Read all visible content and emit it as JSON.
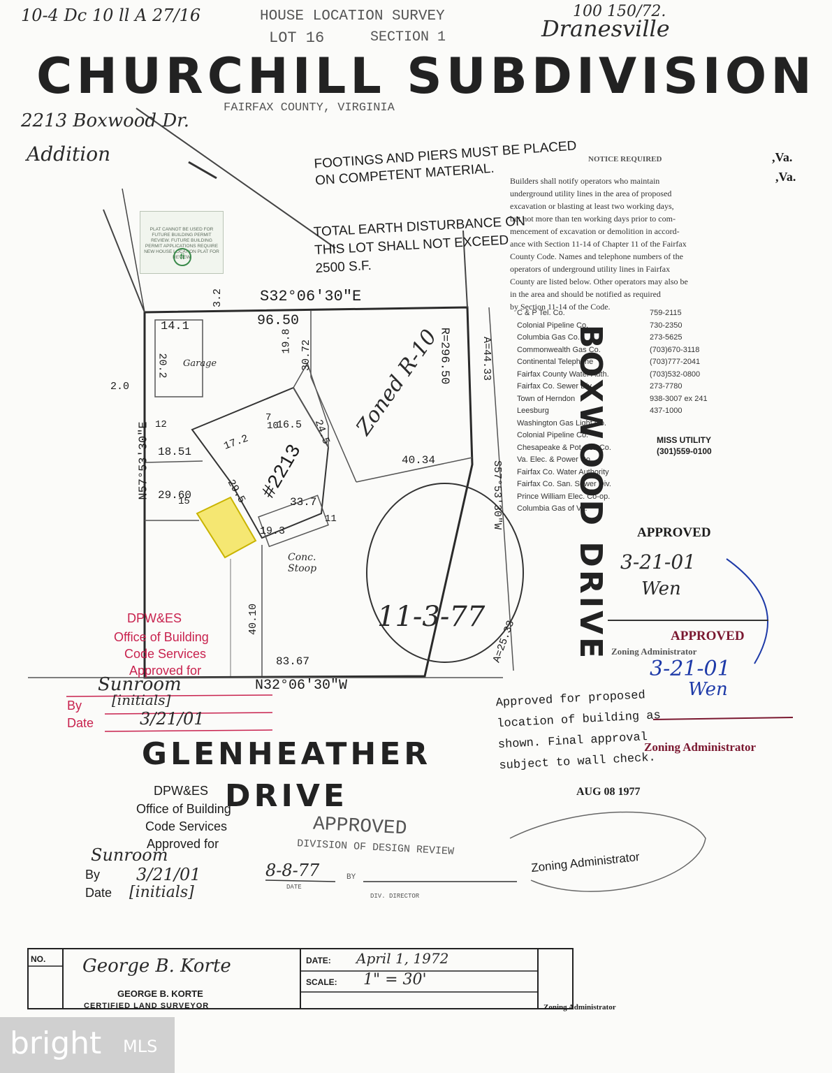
{
  "header": {
    "notation": "10-4 Dc 10 ll A 27/16",
    "survey_type": "HOUSE LOCATION SURVEY",
    "lot": "LOT 16",
    "section": "SECTION 1",
    "ref_number": "100 150/72.",
    "district": "Dranesville",
    "title": "CHURCHILL SUBDIVISION",
    "county": "FAIRFAX COUNTY, VIRGINIA",
    "address": "2213 Boxwood Dr.",
    "addition": "Addition"
  },
  "notices": {
    "footings": "FOOTINGS AND PIERS MUST BE PLACED ON COMPETENT MATERIAL.",
    "notice_heading": "NOTICE REQUIRED",
    "earth": "TOTAL EARTH DISTURBANCE ON THIS LOT SHALL NOT EXCEED 2500 S.F.",
    "va_1": ",Va.",
    "va_2": ",Va.",
    "notice_lines": [
      "Builders shall notify operators who maintain",
      "underground utility lines in the area of proposed",
      "excavation or blasting at least two working days,",
      "but not more than ten working days prior to com-",
      "mencement of excavation or demolition in accord-",
      "ance with Section 11-14 of Chapter 11 of the Fairfax",
      "County Code. Names and telephone numbers of the",
      "operators of underground utility lines in Fairfax",
      "County are listed below. Other operators may also be",
      "in the area and should be notified as required",
      "by Section 11-14 of the Code."
    ],
    "utilities": [
      {
        "name": "C & P Tel. Co.",
        "phone": "759-2115"
      },
      {
        "name": "Colonial Pipeline Co.",
        "phone": "730-2350"
      },
      {
        "name": "Columbia Gas Co.",
        "phone": "273-5625"
      },
      {
        "name": "Commonwealth Gas Co.",
        "phone": "(703)670-3118"
      },
      {
        "name": "Continental Telephone",
        "phone": "(703)777-2041"
      },
      {
        "name": "Fairfax County Water Auth.",
        "phone": "(703)532-0800"
      },
      {
        "name": "Fairfax Co. Sewer Div.",
        "phone": "273-7780"
      },
      {
        "name": "Town of Herndon",
        "phone": "938-3007 ex 241"
      },
      {
        "name": "Leesburg",
        "phone": "437-1000"
      },
      {
        "name": "Washington Gas Light Co."
      },
      {
        "name": "Colonial Pipeline Co."
      },
      {
        "name": "Chesapeake & Pot. Tel. Co."
      },
      {
        "name": "Va. Elec. & Power Co."
      },
      {
        "name": "Fairfax Co. Water Authority"
      },
      {
        "name": "Fairfax Co. San. Sewer Div."
      },
      {
        "name": "Prince William Elec. Co-op."
      },
      {
        "name": "Columbia Gas of Va."
      }
    ],
    "miss_utility": "MISS UTILITY (301)559-0100"
  },
  "plat": {
    "bearing_top": "S32°06'30\"E",
    "bearing_bottom": "N32°06'30\"W",
    "bearing_left": "N57°53'30\"E",
    "dist_top": "96.50",
    "dist_bottom": "83.67",
    "dist_3_2": "3.2",
    "dist_14_1": "14.1",
    "dist_20_2": "20.2",
    "dist_2_0": "2.0",
    "dist_12": "12",
    "dist_18_51": "18.51",
    "dist_19_8": "19.8",
    "dist_30_72": "30.72",
    "dist_17_2": "17.2",
    "dist_16_5": "16.5",
    "dist_24_5": "24.5",
    "dist_29_5": "29.5",
    "dist_33_7": "33.7",
    "dist_19_3": "19.3",
    "dist_40_34": "40.34",
    "dist_40_10": "40.10",
    "dist_15": "15",
    "dist_29_60": "29.60",
    "dist_7": "7",
    "dist_10": "10",
    "dist_11": "11",
    "radius": "R=296.50",
    "arc": "A=25.33",
    "arc_length": "A=44.33",
    "bearing_right": "S57°53'30\"W",
    "garage": "Garage",
    "house": "#2213",
    "stoop": "Conc. Stoop",
    "zoned": "Zoned R-10",
    "street_right": "BOXWOOD DRIVE",
    "street_bottom": "GLENHEATHER DRIVE"
  },
  "stamps": {
    "review_box": "PLAT CANNOT BE USED FOR FUTURE BUILDING PERMIT REVIEW. FUTURE BUILDING PERMIT APPLICATIONS REQUIRE NEW HOUSE LOCATION PLAT FOR REVIEW",
    "circle_date": "11-3-77",
    "approved_1": "APPROVED",
    "approved_1_date": "3-21-01",
    "approved_1_initials": "Wen",
    "zoning_faint": "Zoning Administrator",
    "approved_2": "APPROVED",
    "approved_2_date": "3-21-01",
    "approved_2_initials": "Wen",
    "red_stamp": {
      "line1": "DPW&ES",
      "line2": "Office of Building",
      "line3": "Code Services",
      "line4": "Approved for",
      "for_value": "Sunroom",
      "by_label": "By",
      "by_value": "[initials]",
      "date_label": "Date",
      "date_value": "3/21/01"
    },
    "black_stamp": {
      "line1": "DPW&ES",
      "line2": "Office of Building",
      "line3": "Code Services",
      "line4": "Approved for",
      "for_value": "Sunroom",
      "by_label": "By",
      "by_value": "3/21/01",
      "date_label": "Date",
      "date_value": "[initials]"
    },
    "approved_proposed": "Approved for proposed location of building as shown. Final approval subject to wall check.",
    "zoning_admin": "Zoning Administrator",
    "aug_date": "AUG 08 1977",
    "approved_ddr": "APPROVED",
    "ddr": "DIVISION OF DESIGN REVIEW",
    "ddr_date": "8-8-77",
    "ddr_by": "BY",
    "ddr_date_label": "DATE",
    "ddr_div": "DIV. DIRECTOR",
    "zoning_admin_2": "Zoning Administrator"
  },
  "title_block": {
    "no_label": "NO.",
    "signature": "George B. Korte",
    "surveyor": "GEORGE B. KORTE",
    "surveyor_title": "CERTIFIED LAND SURVEYOR",
    "date_label": "DATE:",
    "date_value": "April 1, 1972",
    "scale_label": "SCALE:",
    "scale_value": "1\" = 30'",
    "zoning_admin": "Zoning Administrator"
  },
  "watermark": {
    "brand": "bright",
    "suffix": "MLS"
  }
}
